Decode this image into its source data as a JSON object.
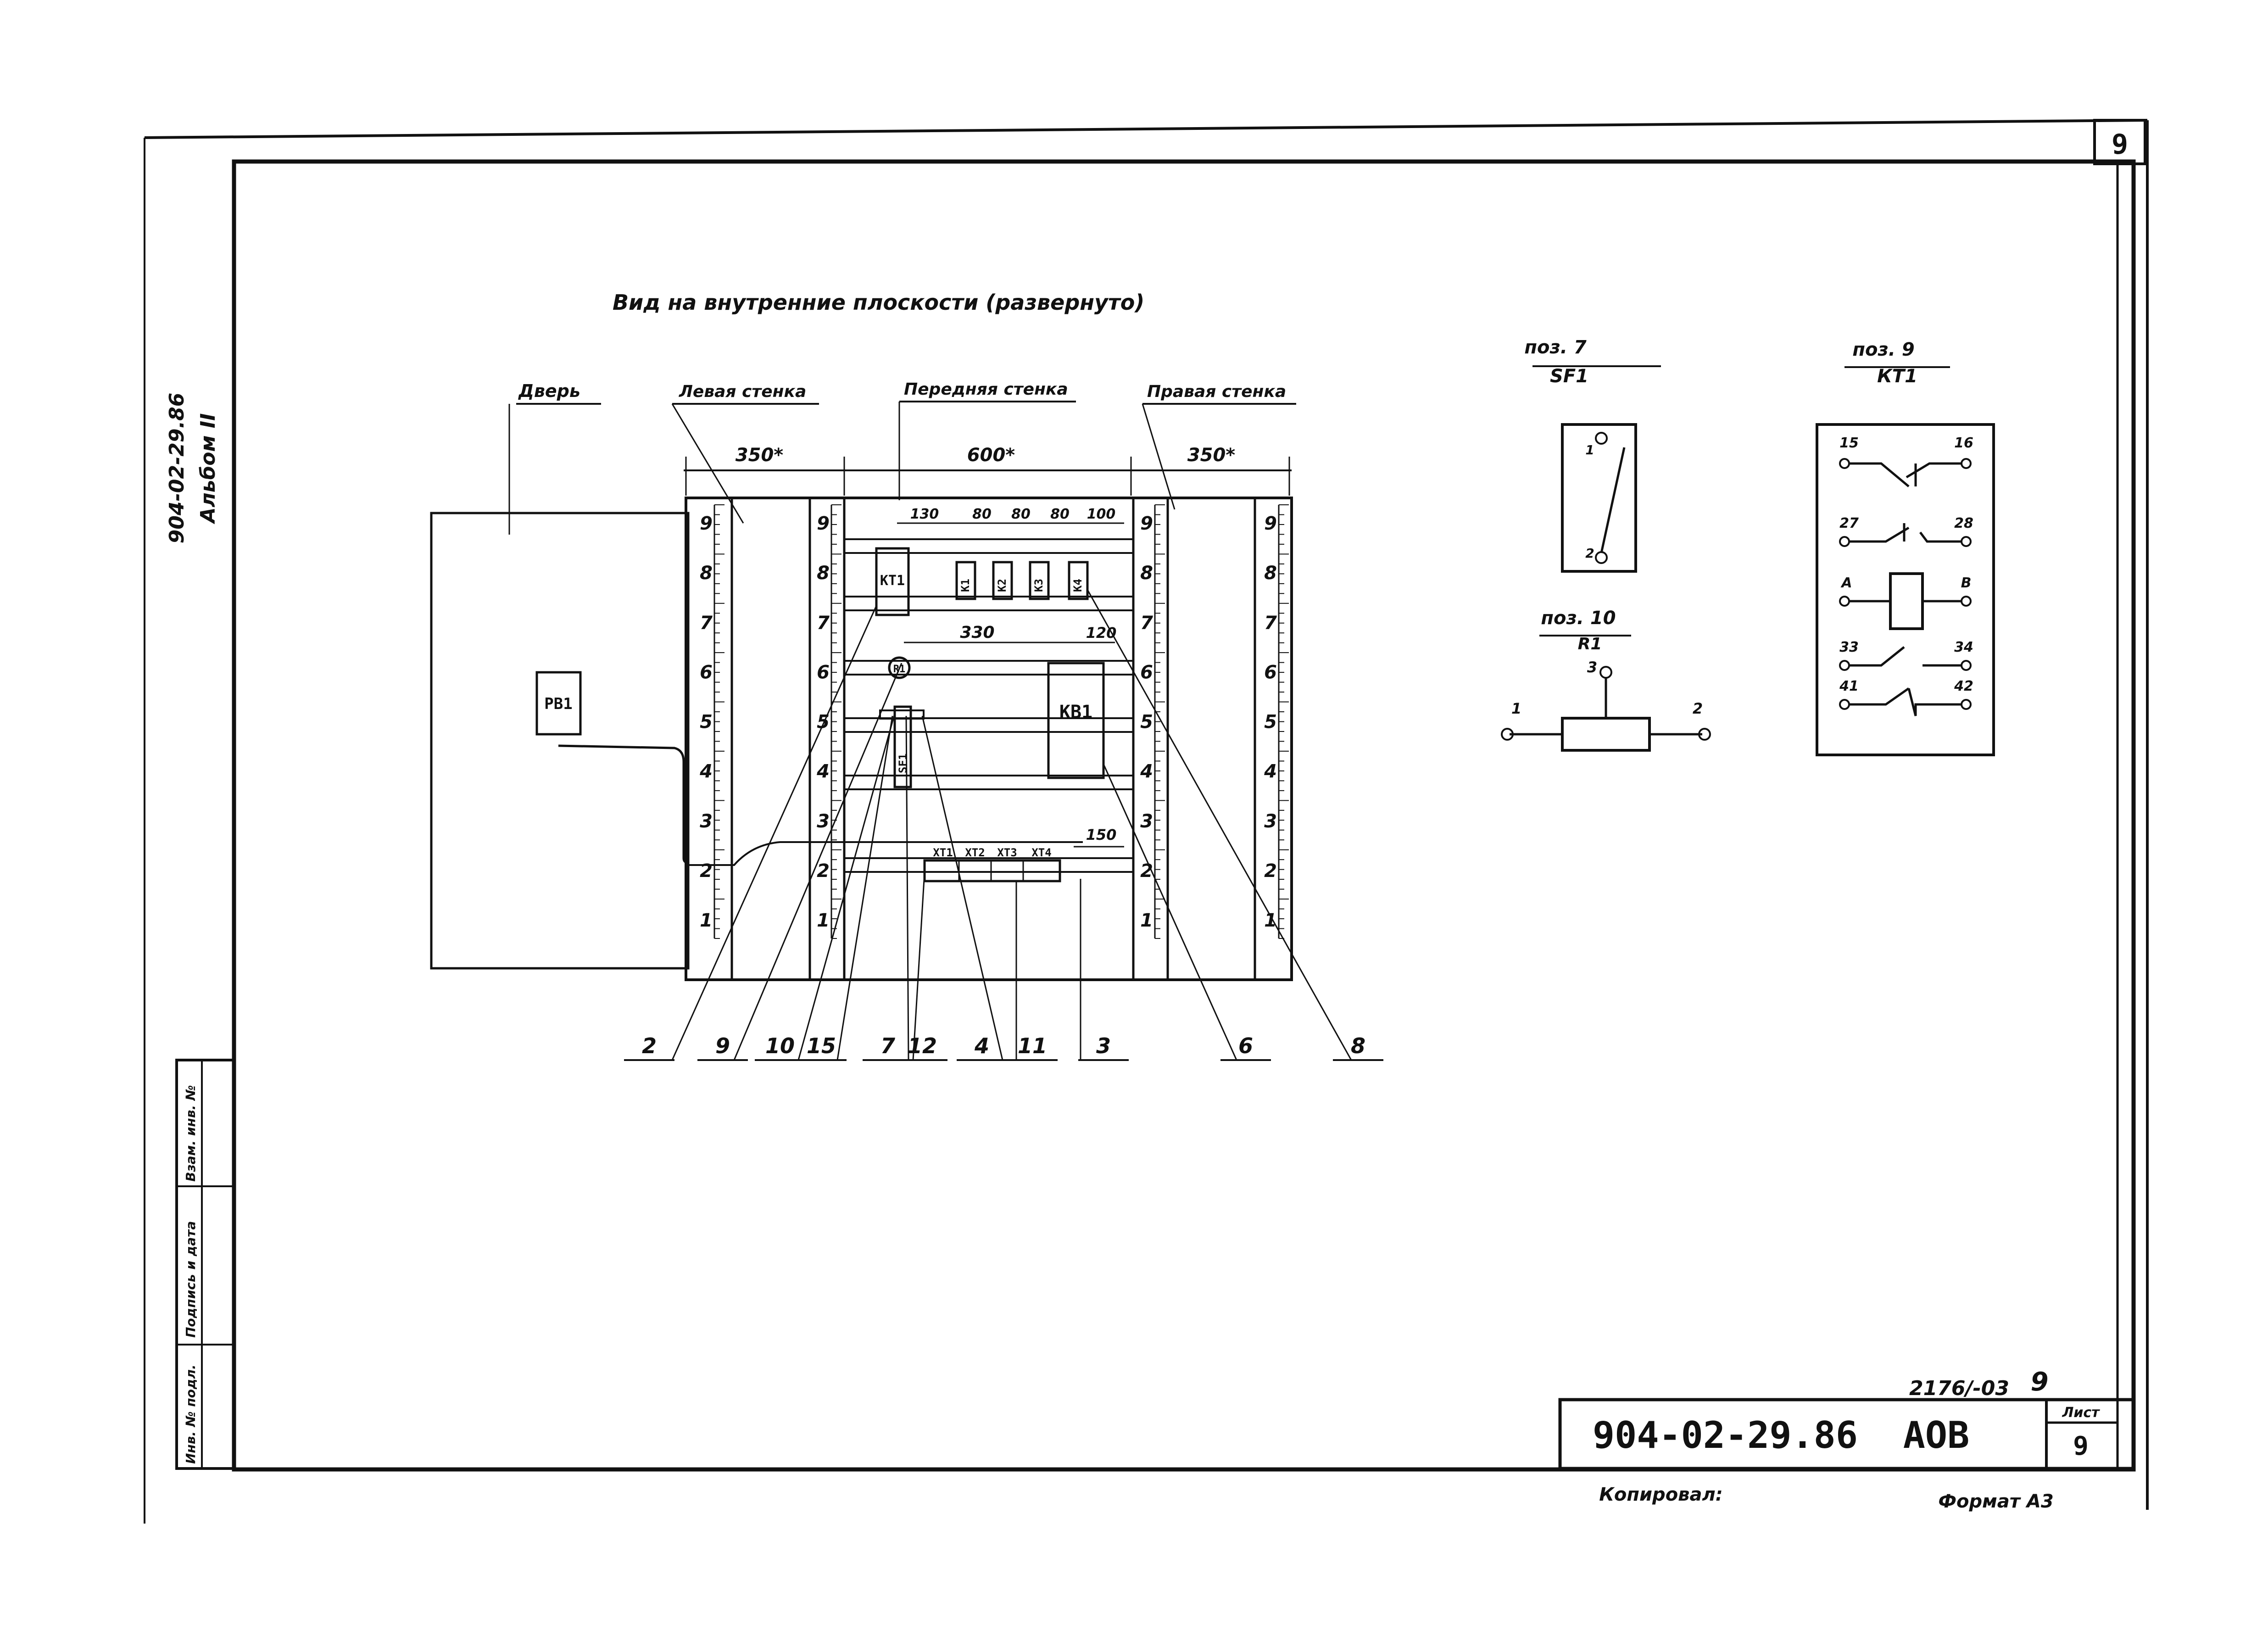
{
  "sheet": {
    "corner_number": "9",
    "side_code": "904-02-29.86",
    "side_album": "Альбом II",
    "title": "Вид на внутренние плоскости (развернуто)"
  },
  "stamp": {
    "inv_label": "Инв. № подл.",
    "sign_label": "Подпись и дата",
    "vzam_label": "Взам. инв. №"
  },
  "panels": {
    "door": "Дверь",
    "left_wall": "Левая стенка",
    "front_wall": "Передняя стенка",
    "right_wall": "Правая стенка"
  },
  "dimensions": {
    "left_width": "350*",
    "front_width": "600*",
    "right_width": "350*",
    "relay_spacing": [
      "130",
      "80",
      "80",
      "80",
      "100"
    ],
    "mid_spacing_1": "330",
    "mid_spacing_2": "120",
    "terminal_spacing": "150"
  },
  "scale_ticks": [
    "1",
    "2",
    "3",
    "4",
    "5",
    "6",
    "7",
    "8",
    "9"
  ],
  "components": {
    "rv1": "РВ1",
    "kt1": "КТ1",
    "kv1": "КВ1",
    "r1": "R1",
    "sf1": "SF1",
    "relays": [
      "К1",
      "К2",
      "К3",
      "К4"
    ],
    "terminals": [
      "ХТ1",
      "ХТ2",
      "ХТ3",
      "ХТ4"
    ]
  },
  "callouts": [
    "2",
    "9",
    "10",
    "15",
    "7",
    "12",
    "4",
    "11",
    "3",
    "6",
    "8"
  ],
  "details": {
    "sf1": {
      "pos": "поз. 7",
      "name": "SF1",
      "pin_top": "1",
      "pin_bottom": "2"
    },
    "r1": {
      "pos": "поз. 10",
      "name": "R1",
      "pins": [
        "1",
        "3",
        "2"
      ]
    },
    "kt1": {
      "pos": "поз. 9",
      "name": "КТ1",
      "pins": [
        "15",
        "16",
        "27",
        "28",
        "А",
        "В",
        "33",
        "34",
        "41",
        "42"
      ]
    }
  },
  "title_block": {
    "doc_number": "2176/-03",
    "doc_sheet": "9",
    "code": "904-02-29.86",
    "section": "АОВ",
    "sheet_label": "Лист",
    "sheet_number": "9",
    "copied_label": "Копировал:",
    "format_label": "Формат А3"
  }
}
